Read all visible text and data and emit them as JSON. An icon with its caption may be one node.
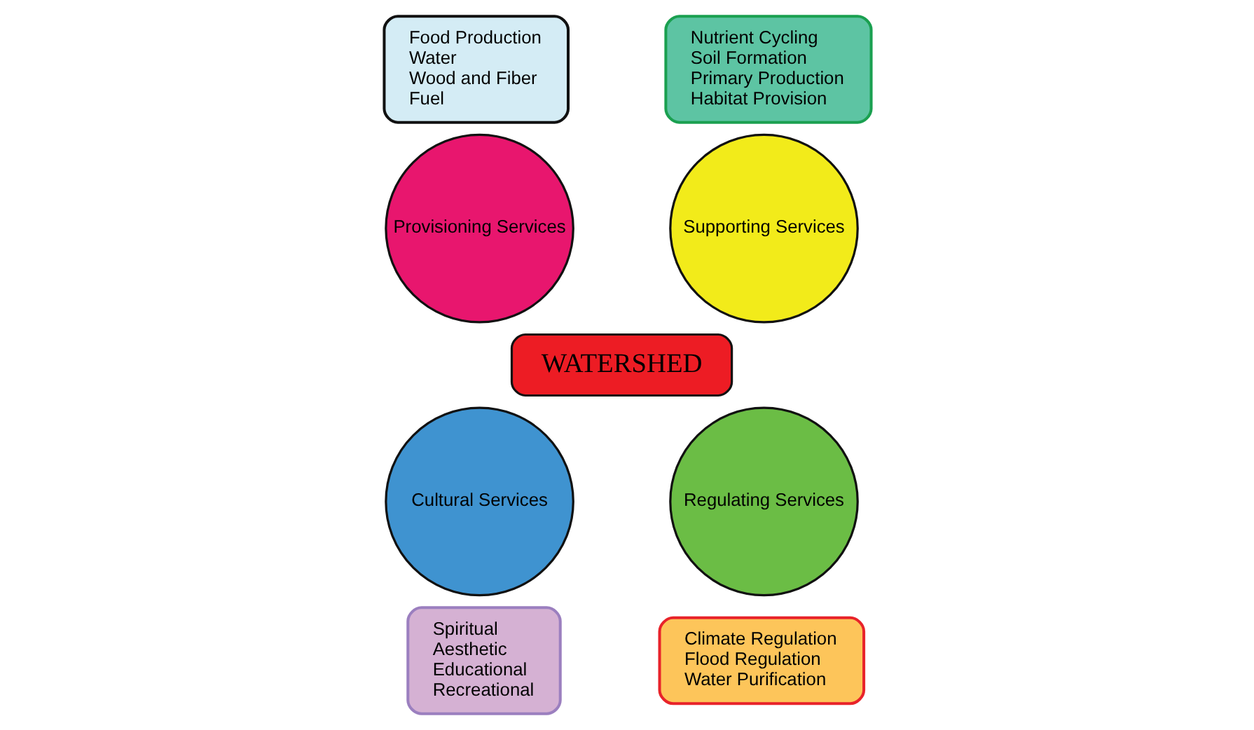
{
  "diagram": {
    "nodes": [
      {
        "text": [
          "Food Production",
          "Water",
          "Wood and Fiber",
          "Fuel"
        ]
      },
      {
        "text": [
          "Nutrient Cycling",
          "Soil Formation",
          "Primary Production",
          "Habitat Provision"
        ]
      },
      {
        "text": [
          "Provisioning Services"
        ]
      },
      {
        "text": [
          "Supporting Services"
        ]
      },
      {
        "text": [
          "WATERSHED"
        ]
      },
      {
        "text": [
          "Cultural Services"
        ]
      },
      {
        "text": [
          "Regulating Services"
        ]
      },
      {
        "text": [
          "Spiritual",
          "Aesthetic",
          "Educational",
          "Recreational"
        ]
      },
      {
        "text": [
          "Climate Regulation",
          "Flood Regulation",
          "Water Purification"
        ]
      }
    ],
    "edges": []
  }
}
